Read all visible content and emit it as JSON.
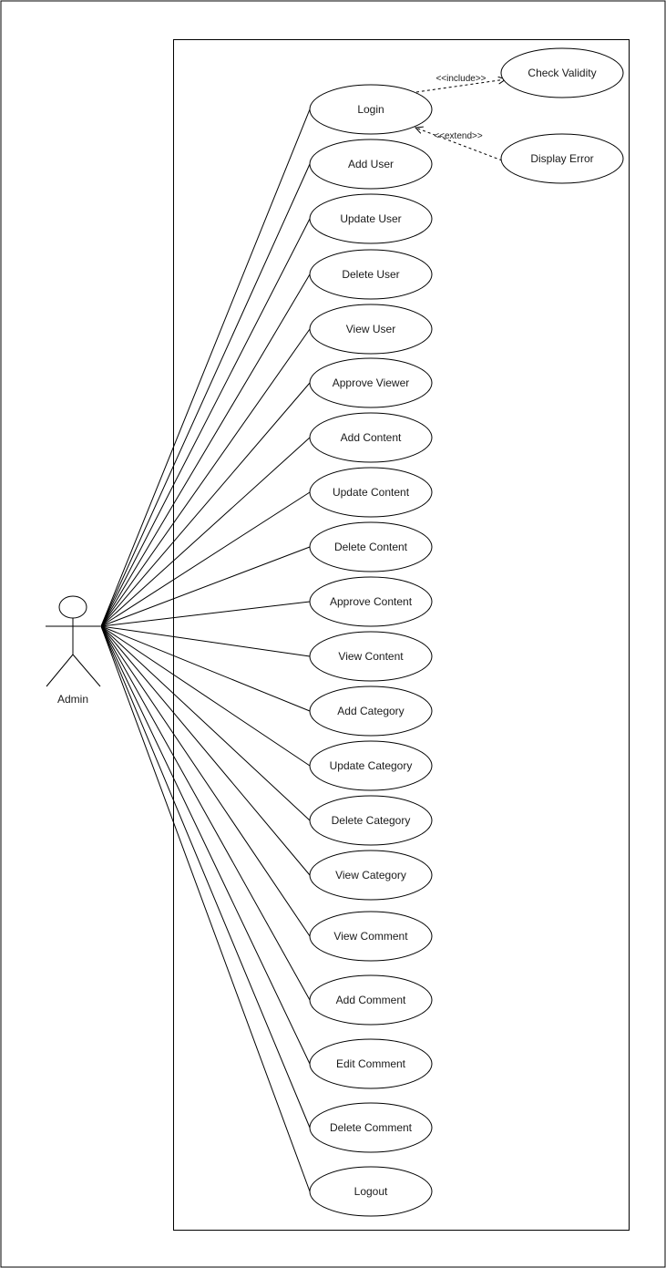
{
  "actor": {
    "name": "Admin"
  },
  "use_cases": [
    {
      "id": "login",
      "label": "Login"
    },
    {
      "id": "add-user",
      "label": "Add User"
    },
    {
      "id": "update-user",
      "label": "Update User"
    },
    {
      "id": "delete-user",
      "label": "Delete User"
    },
    {
      "id": "view-user",
      "label": "View User"
    },
    {
      "id": "approve-viewer",
      "label": "Approve Viewer"
    },
    {
      "id": "add-content",
      "label": "Add Content"
    },
    {
      "id": "update-content",
      "label": "Update Content"
    },
    {
      "id": "delete-content",
      "label": "Delete Content"
    },
    {
      "id": "approve-content",
      "label": "Approve Content"
    },
    {
      "id": "view-content",
      "label": "View Content"
    },
    {
      "id": "add-category",
      "label": "Add Category"
    },
    {
      "id": "update-category",
      "label": "Update Category"
    },
    {
      "id": "delete-category",
      "label": "Delete Category"
    },
    {
      "id": "view-category",
      "label": "View Category"
    },
    {
      "id": "view-comment",
      "label": "View Comment"
    },
    {
      "id": "add-comment",
      "label": "Add Comment"
    },
    {
      "id": "edit-comment",
      "label": "Edit Comment"
    },
    {
      "id": "delete-comment",
      "label": "Delete Comment"
    },
    {
      "id": "logout",
      "label": "Logout"
    }
  ],
  "extra_use_cases": [
    {
      "id": "check-validity",
      "label": "Check Validity"
    },
    {
      "id": "display-error",
      "label": "Display Error"
    }
  ],
  "relations": [
    {
      "type": "include",
      "label": "<<include>>",
      "from": "login",
      "to": "check-validity"
    },
    {
      "type": "extend",
      "label": "<<extend>>",
      "from": "display-error",
      "to": "login"
    }
  ],
  "colors": {
    "stroke": "#000000",
    "fill": "#ffffff",
    "text": "#1a1a1a"
  }
}
